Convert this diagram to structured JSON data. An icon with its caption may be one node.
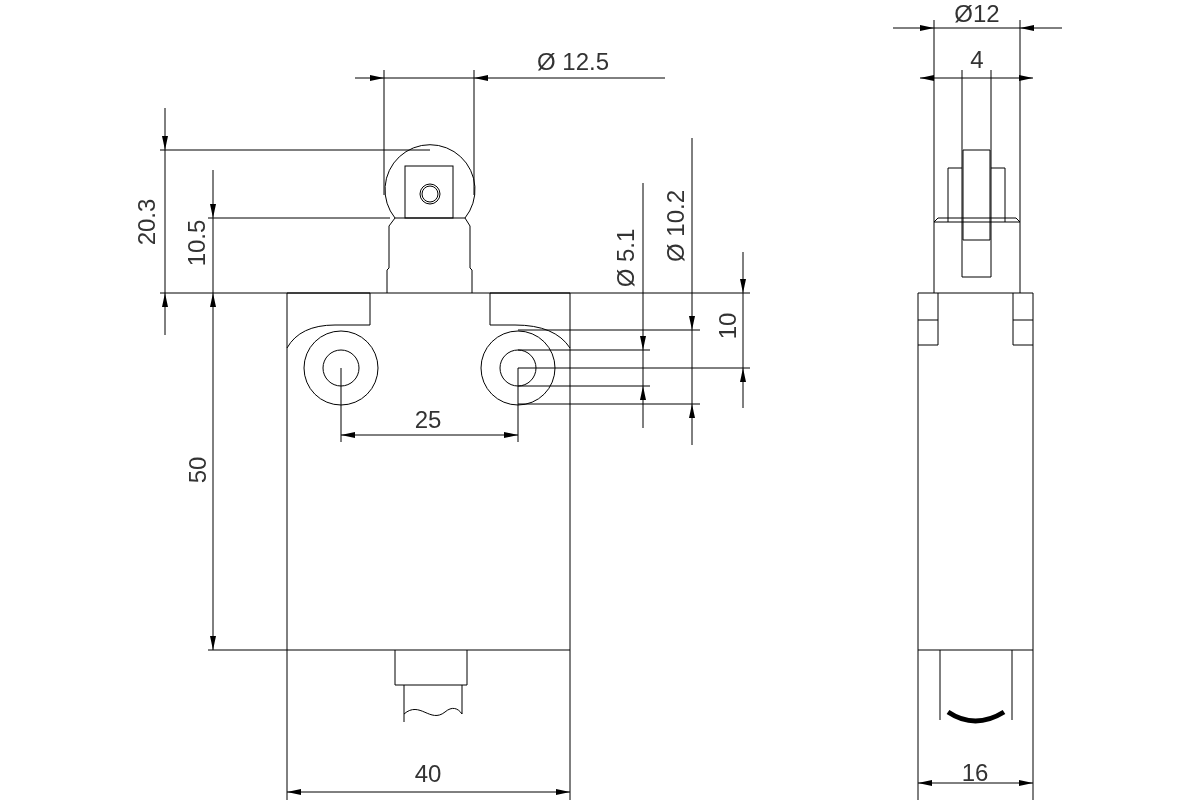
{
  "diagram": {
    "labels": [
      "Ø12",
      "Ø 12.5",
      "4",
      "20.3",
      "10.5",
      "Ø 5.1",
      "Ø 10.2",
      "10",
      "25",
      "50",
      "40",
      "16"
    ]
  }
}
